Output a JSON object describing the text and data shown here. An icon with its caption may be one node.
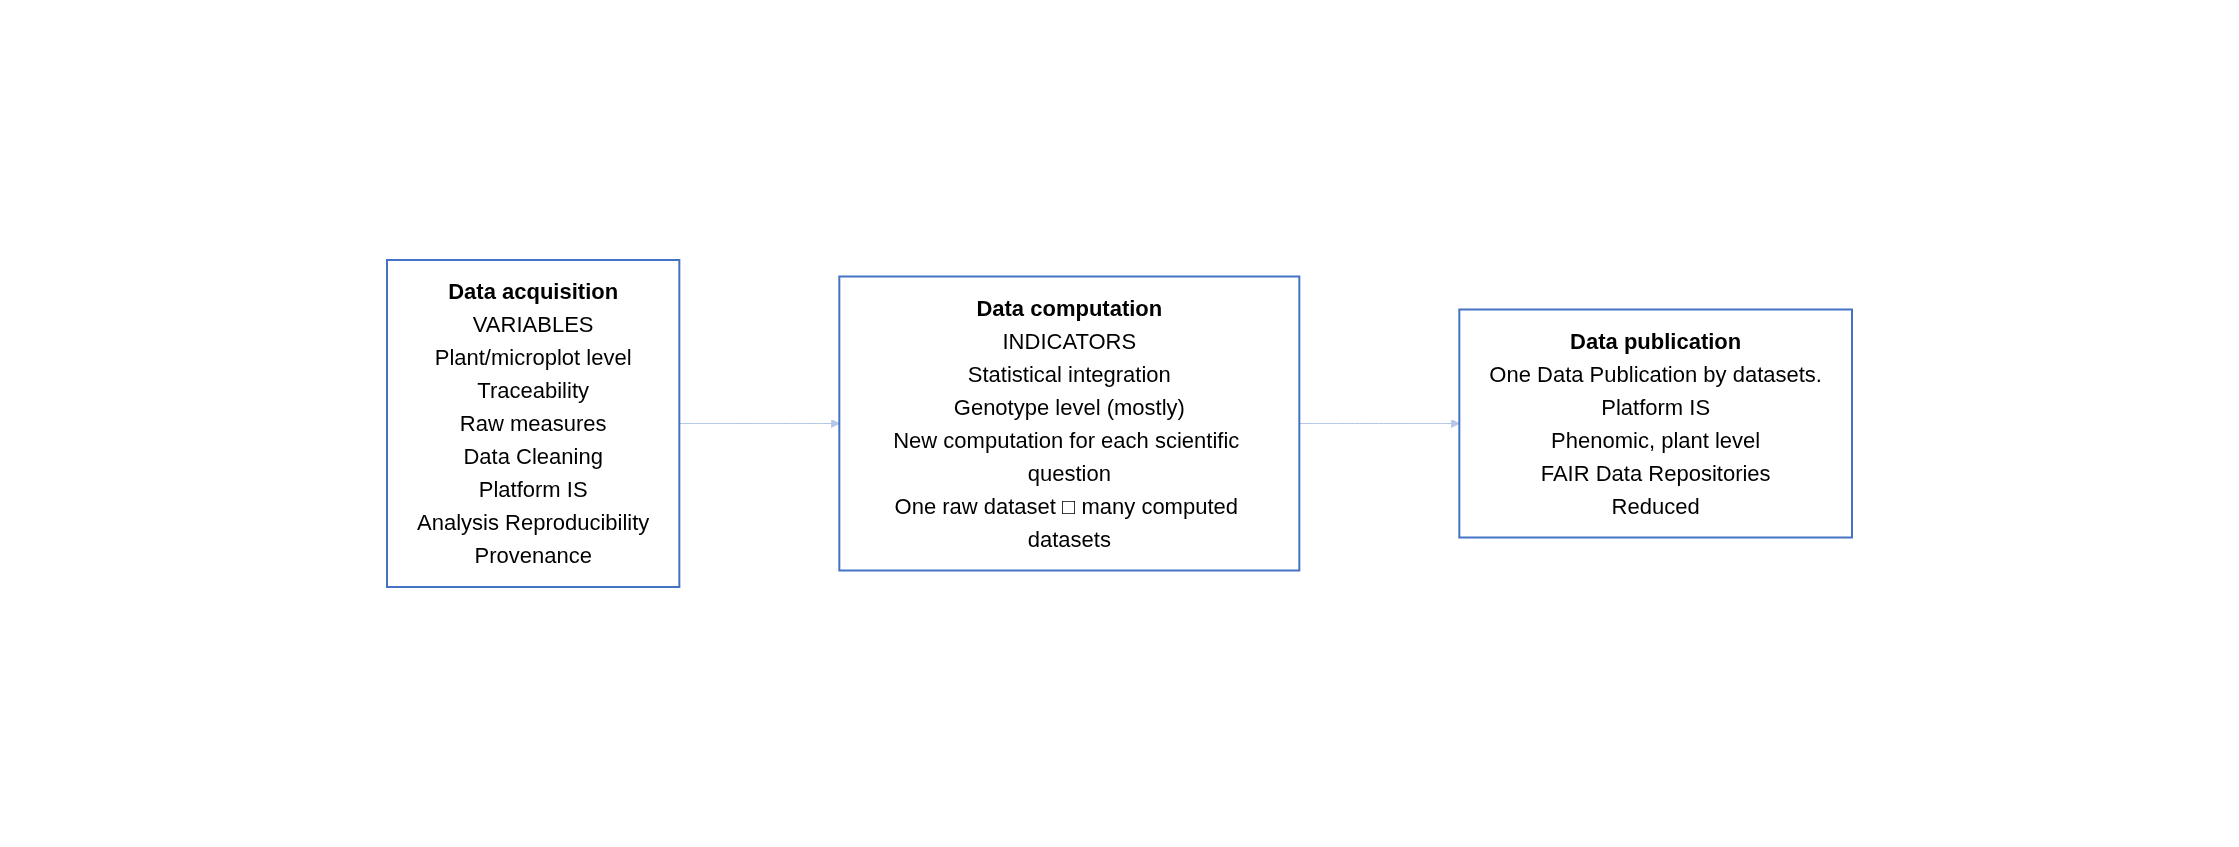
{
  "diagram": {
    "nodes": [
      {
        "text": [
          "Data acquisition",
          "VARIABLES",
          "Plant/microplot level",
          "Traceability",
          "Raw measures",
          "Data Cleaning",
          "Platform IS",
          "Analysis Reproducibility",
          "Provenance"
        ]
      },
      {
        "text": [
          "Data computation",
          "INDICATORS",
          "Statistical integration",
          "Genotype level (mostly)",
          "New computation for each scientific question",
          "One raw dataset □ many computed datasets"
        ]
      },
      {
        "text": [
          "Data publication",
          "One Data Publication by datasets.",
          "Platform IS",
          "Phenomic, plant level",
          "FAIR Data Repositories",
          "Reduced"
        ]
      }
    ],
    "edges": [
      {
        "from": 0,
        "to": 1,
        "arrow": "to",
        "color": "#b4c7e7"
      },
      {
        "from": 1,
        "to": 2,
        "arrow": "to",
        "color": "#b4c7e7"
      }
    ]
  }
}
